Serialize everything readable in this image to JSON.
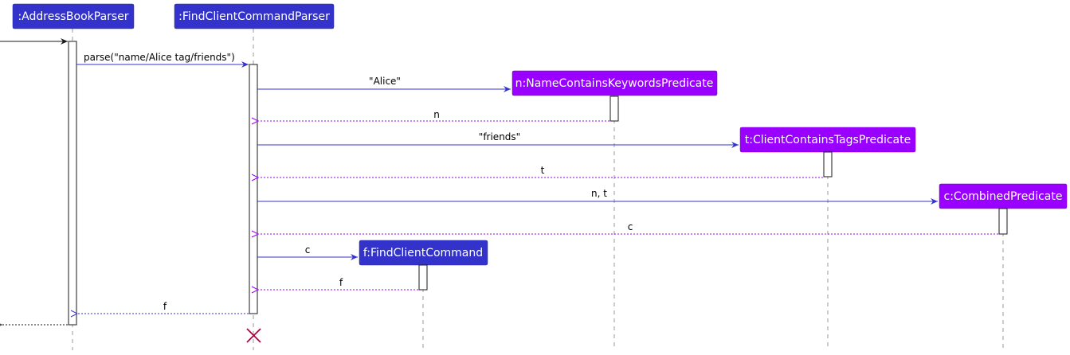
{
  "colors": {
    "logic": "#3333cc",
    "model": "#9900ff",
    "destroy": "#a80036",
    "call_arrow": "#3333cc",
    "lifeline": "#999999"
  },
  "participants": {
    "address_book_parser": ":AddressBookParser",
    "find_client_command_parser": ":FindClientCommandParser",
    "name_predicate": "n:NameContainsKeywordsPredicate",
    "tags_predicate": "t:ClientContainsTagsPredicate",
    "combined_predicate": "c:CombinedPredicate",
    "find_client_command": "f:FindClientCommand"
  },
  "messages": {
    "parse_call": "parse(\"name/Alice tag/friends\")",
    "create_name_predicate": "\"Alice\"",
    "return_n": "n",
    "create_tags_predicate": "\"friends\"",
    "return_t": "t",
    "create_combined_predicate": "n, t",
    "return_c": "c",
    "create_command": "c",
    "return_f_to_parser": "f",
    "return_f_to_caller": "f"
  }
}
